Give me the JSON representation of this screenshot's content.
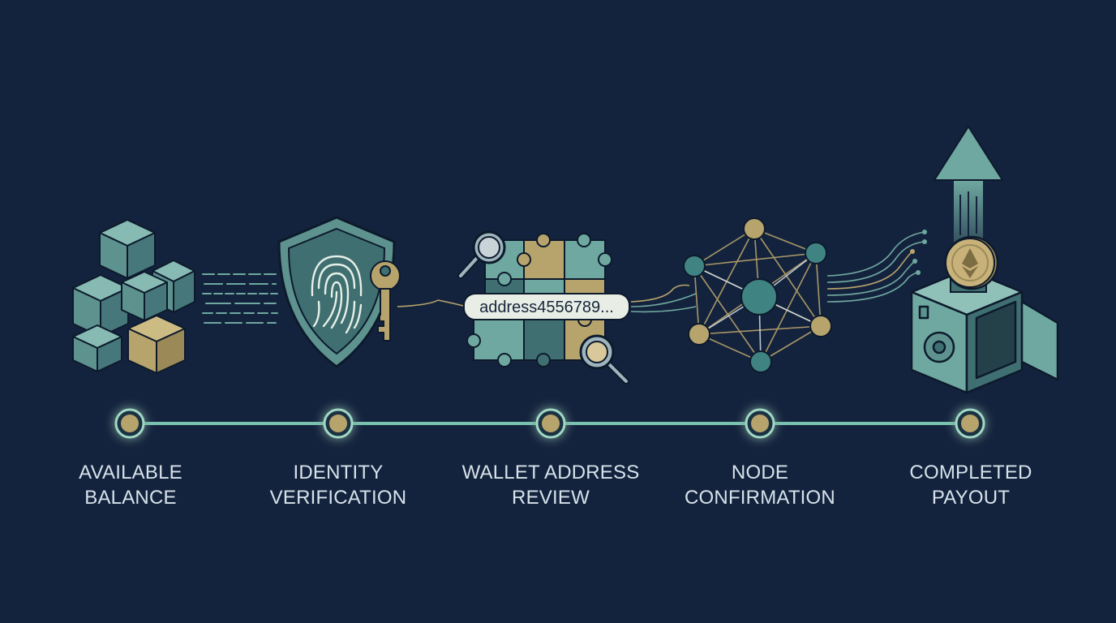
{
  "colors": {
    "background": "#14233d",
    "teal": "#6fa8a0",
    "teal_dark": "#3f6f70",
    "gold": "#b7a46c",
    "outline": "#0d1a2c",
    "glow": "#79c2b0"
  },
  "steps": [
    {
      "label": "AVAILABLE\nBALANCE",
      "icon": "stacked-cubes-icon"
    },
    {
      "label": "IDENTITY\nVERIFICATION",
      "icon": "fingerprint-shield-key-icon"
    },
    {
      "label": "WALLET ADDRESS\nREVIEW",
      "icon": "puzzle-magnifier-icon"
    },
    {
      "label": "NODE\nCONFIRMATION",
      "icon": "node-network-icon"
    },
    {
      "label": "COMPLETED\nPAYOUT",
      "icon": "safe-coin-arrow-icon"
    }
  ],
  "address_tag": "address4556789...",
  "coin_icon": "ethereum-coin-icon"
}
